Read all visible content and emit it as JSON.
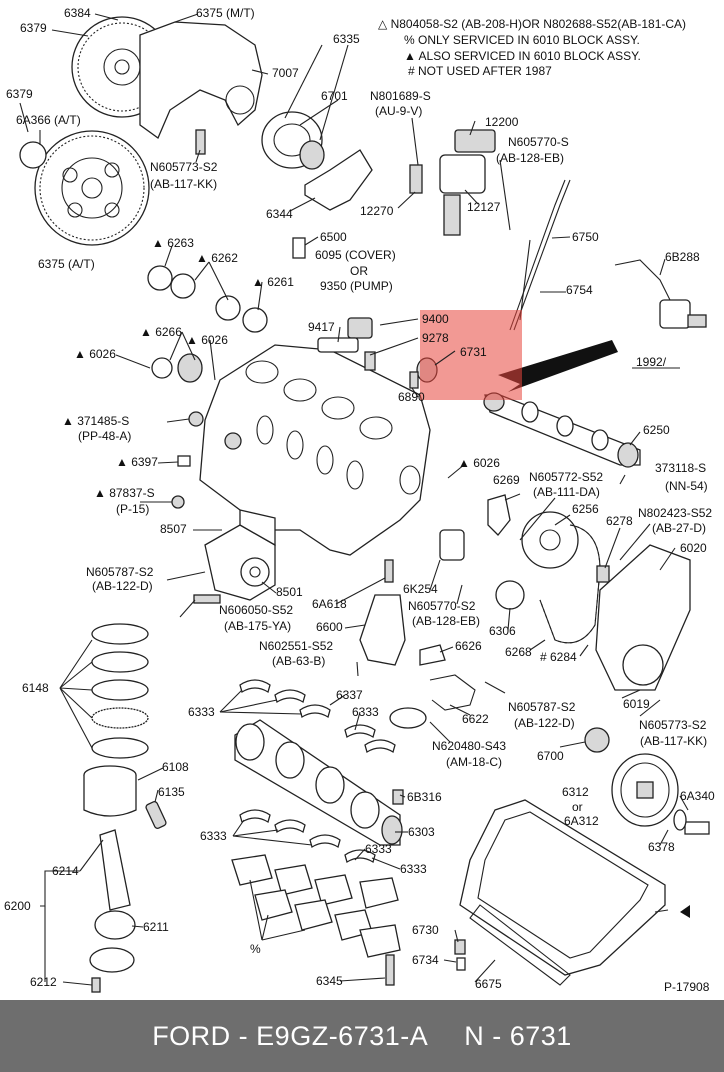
{
  "notes": [
    "△ N804058-S2 (AB-208-H)OR N802688-S52(AB-181-CA)",
    "% ONLY SERVICED IN 6010 BLOCK ASSY.",
    "▲ ALSO SERVICED IN 6010 BLOCK ASSY.",
    "# NOT USED AFTER 1987"
  ],
  "labels": [
    "6384",
    "6375 (M/T)",
    "6379",
    "6335",
    "7007",
    "6379",
    "6A366 (A/T)",
    "6701",
    "N801689-S",
    "(AU-9-V)",
    "12200",
    "N605770-S",
    "(AB-128-EB)",
    "N605773-S2",
    "(AB-117-KK)",
    "6375 (A/T)",
    "6344",
    "12270",
    "12127",
    "6750",
    "▲ 6263",
    "6500",
    "6095 (COVER)",
    "OR",
    "9350 (PUMP)",
    "▲ 6262",
    "6B288",
    "6754",
    "▲ 6261",
    "▲ 6266",
    "▲ 6026",
    "▲ 6026",
    "9417",
    "9400",
    "9278",
    "6731",
    "1992/",
    "6890",
    "▲ 371485-S",
    "(PP-48-A)",
    "6250",
    "▲ 6397",
    "▲ 6026",
    "373118-S",
    "(NN-54)",
    "N605772-S52",
    "(AB-111-DA)",
    "6269",
    "▲ 87837-S",
    "(P-15)",
    "6256",
    "N802423-S52",
    "(AB-27-D)",
    "8507",
    "6278",
    "6020",
    "N605787-S2",
    "(AB-122-D)",
    "6K254",
    "8501",
    "N606050-S52",
    "(AB-175-YA)",
    "6A618",
    "N605770-S2",
    "(AB-128-EB)",
    "6306",
    "6600",
    "N602551-S52",
    "(AB-63-B)",
    "6626",
    "6268",
    "# 6284",
    "6148",
    "6337",
    "N605787-S2",
    "(AB-122-D)",
    "6333",
    "6333",
    "6622",
    "6019",
    "N605773-S2",
    "(AB-117-KK)",
    "N620480-S43",
    "(AM-18-C)",
    "6108",
    "6700",
    "6135",
    "6312",
    "or",
    "6A312",
    "6A340",
    "6B316",
    "6378",
    "6333",
    "6303",
    "6333",
    "6214",
    "6333",
    "6200",
    "6211",
    "%",
    "6730",
    "6734",
    "6345",
    "6675",
    "6212",
    "P-17908"
  ],
  "footer": {
    "brand": "FORD - E9GZ-6731-A",
    "part": "N - 6731"
  },
  "colors": {
    "highlight": "#e8453c",
    "footer_bg": "#6e6e6e",
    "footer_text": "#ffffff"
  }
}
